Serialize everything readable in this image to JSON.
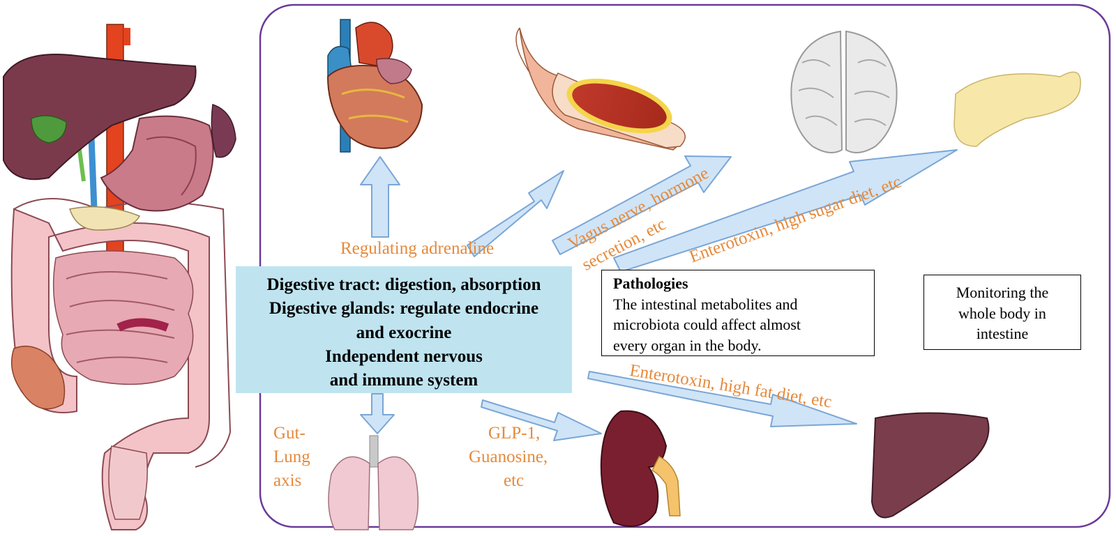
{
  "center": {
    "line1": "Digestive tract: digestion, absorption",
    "line2": "Digestive glands: regulate endocrine",
    "line3": "and exocrine",
    "line4": "Independent nervous",
    "line5": "and immune system"
  },
  "pathologies": {
    "title": "Pathologies",
    "line1": "The intestinal metabolites and",
    "line2": "microbiota could affect almost",
    "line3": "every organ in the body."
  },
  "monitoring": {
    "line1": "Monitoring the",
    "line2": "whole body in",
    "line3": "intestine"
  },
  "labels": {
    "adrenaline": "Regulating adrenaline",
    "vagus_line1": "Vagus nerve, hormone",
    "vagus_line2": "secretion, etc",
    "enterotoxin_sugar": "Enterotoxin, high sugar diet, etc",
    "enterotoxin_fat": "Enterotoxin, high fat diet, etc",
    "gut_lung_1": "Gut-",
    "gut_lung_2": "Lung",
    "gut_lung_3": "axis",
    "glp_1": "GLP-1,",
    "glp_2": "Guanosine,",
    "glp_3": "etc"
  },
  "colors": {
    "frame": "#6a3a9a",
    "arrow_fill": "#cfe4f7",
    "arrow_stroke": "#7aa6d6",
    "label_orange": "#e58a3c",
    "center_box": "#bfe4f0"
  }
}
